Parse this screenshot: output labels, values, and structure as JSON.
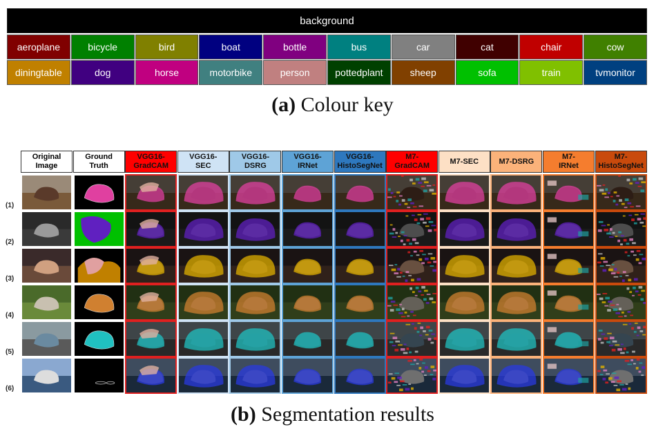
{
  "colour_key": {
    "background": {
      "label": "background",
      "color": "#000000"
    },
    "classes": [
      {
        "label": "aeroplane",
        "color": "#800000"
      },
      {
        "label": "bicycle",
        "color": "#008000"
      },
      {
        "label": "bird",
        "color": "#808000"
      },
      {
        "label": "boat",
        "color": "#000080"
      },
      {
        "label": "bottle",
        "color": "#800080"
      },
      {
        "label": "bus",
        "color": "#008080"
      },
      {
        "label": "car",
        "color": "#808080"
      },
      {
        "label": "cat",
        "color": "#400000"
      },
      {
        "label": "chair",
        "color": "#c00000"
      },
      {
        "label": "cow",
        "color": "#408000"
      },
      {
        "label": "diningtable",
        "color": "#c08000"
      },
      {
        "label": "dog",
        "color": "#400080"
      },
      {
        "label": "horse",
        "color": "#c00080"
      },
      {
        "label": "motorbike",
        "color": "#408080"
      },
      {
        "label": "person",
        "color": "#c08080"
      },
      {
        "label": "pottedplant",
        "color": "#004000"
      },
      {
        "label": "sheep",
        "color": "#804000"
      },
      {
        "label": "sofa",
        "color": "#00c000"
      },
      {
        "label": "train",
        "color": "#80c000"
      },
      {
        "label": "tvmonitor",
        "color": "#004080"
      }
    ]
  },
  "caption_a": {
    "letter": "(a)",
    "text": "Colour key"
  },
  "caption_b": {
    "letter": "(b)",
    "text": "Segmentation results"
  },
  "row_labels": [
    "(1)",
    "(2)",
    "(3)",
    "(4)",
    "(5)",
    "(6)"
  ],
  "columns": [
    {
      "line1": "Original",
      "line2": "Image",
      "header_bg": "#ffffff",
      "header_fg": "#000000",
      "border": "#ffffff"
    },
    {
      "line1": "Ground",
      "line2": "Truth",
      "header_bg": "#ffffff",
      "header_fg": "#000000",
      "border": "#ffffff"
    },
    {
      "line1": "VGG16-",
      "line2": "GradCAM",
      "header_bg": "#ff0000",
      "header_fg": "#111111",
      "border": "#e02020"
    },
    {
      "line1": "VGG16-",
      "line2": "SEC",
      "header_bg": "#cfe3f5",
      "header_fg": "#111111",
      "border": "#cfe3f5"
    },
    {
      "line1": "VGG16-",
      "line2": "DSRG",
      "header_bg": "#9fc9e8",
      "header_fg": "#111111",
      "border": "#9fc9e8"
    },
    {
      "line1": "VGG16-",
      "line2": "IRNet",
      "header_bg": "#5ea3d6",
      "header_fg": "#111111",
      "border": "#5ea3d6"
    },
    {
      "line1": "VGG16-",
      "line2": "HistoSegNet",
      "header_bg": "#2e78be",
      "header_fg": "#111111",
      "border": "#2e78be"
    },
    {
      "line1": "M7-",
      "line2": "GradCAM",
      "header_bg": "#ff0000",
      "header_fg": "#111111",
      "border": "#e02020"
    },
    {
      "line1": "M7-SEC",
      "line2": "",
      "header_bg": "#fde0c5",
      "header_fg": "#111111",
      "border": "#fde0c5"
    },
    {
      "line1": "M7-DSRG",
      "line2": "",
      "header_bg": "#fbb27a",
      "header_fg": "#111111",
      "border": "#fbb27a"
    },
    {
      "line1": "M7-",
      "line2": "IRNet",
      "header_bg": "#f57d2e",
      "header_fg": "#111111",
      "border": "#f57d2e"
    },
    {
      "line1": "M7-",
      "line2": "HistoSegNet",
      "header_bg": "#c94a0c",
      "header_fg": "#111111",
      "border": "#c94a0c"
    }
  ]
}
